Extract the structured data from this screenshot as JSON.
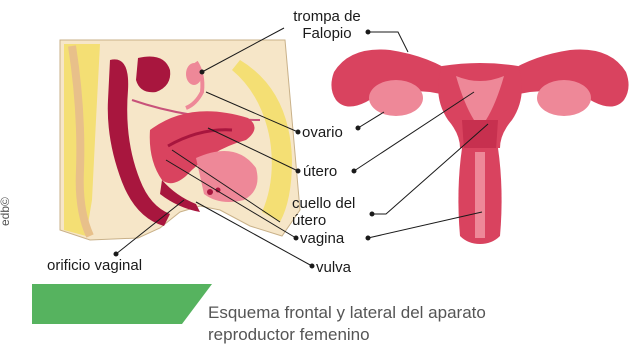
{
  "labels": {
    "trompa": "trompa de\nFalopio",
    "ovario": "ovario",
    "utero": "útero",
    "cuello": "cuello del\nútero",
    "vagina": "vagina",
    "orificio": "orificio vaginal",
    "vulva": "vulva"
  },
  "credit": "edb©",
  "caption": "Esquema frontal y lateral del aparato\nreproductor femenino",
  "colors": {
    "organ": "#d9435f",
    "organ_light": "#ee8898",
    "organ_dark": "#a8163e",
    "fat": "#f4df74",
    "skin": "#f6e6c8",
    "banner": "#56b35f"
  }
}
